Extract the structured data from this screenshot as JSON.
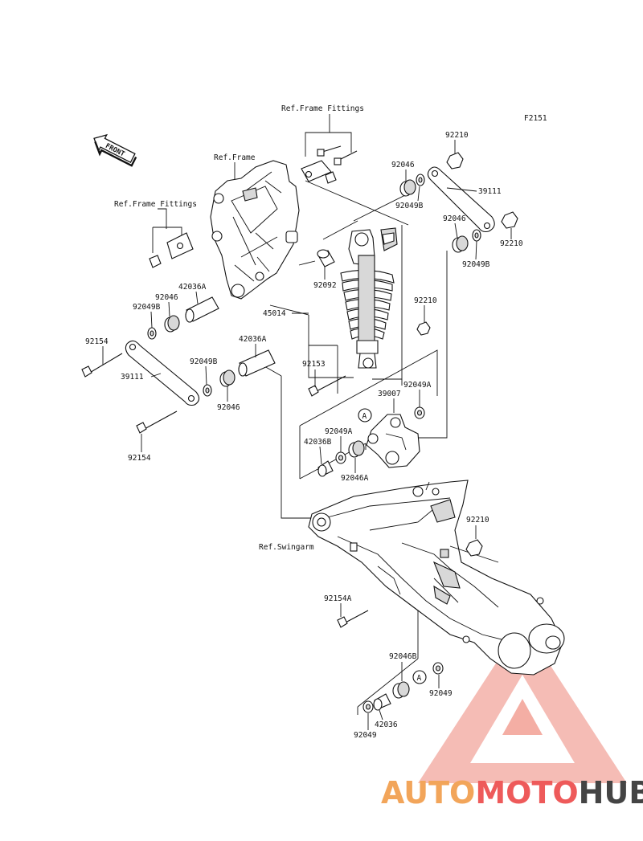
{
  "figure_id": "F2151",
  "ref_labels": {
    "frame_fittings_top": "Ref.Frame Fittings",
    "frame": "Ref.Frame",
    "frame_fittings_left": "Ref.Frame Fittings",
    "swingarm": "Ref.Swingarm"
  },
  "front_label": "FRONT",
  "parts": {
    "p92210_top": "92210",
    "p92046_a": "92046",
    "p39111_right": "39111",
    "p92049b_a": "92049B",
    "p92046_b": "92046",
    "p92210_right": "92210",
    "p92049b_b": "92049B",
    "p92092": "92092",
    "p42036a_a": "42036A",
    "p92046_c": "92046",
    "p92049b_c": "92049B",
    "p45014": "45014",
    "p92210_mid": "92210",
    "p92154_a": "92154",
    "p42036a_b": "42036A",
    "p92049b_d": "92049B",
    "p39111_left": "39111",
    "p92046_d": "92046",
    "p92153": "92153",
    "p39007": "39007",
    "p92049a_a": "92049A",
    "p92049a_b": "92049A",
    "p42036b": "42036B",
    "p92046a": "92046A",
    "p92154_b": "92154",
    "p92210_low": "92210",
    "p92154a": "92154A",
    "p92046b": "92046B",
    "p92049_a": "92049",
    "p42036": "42036",
    "p92049_b": "92049"
  },
  "callout_a": "A",
  "watermark": {
    "part1": "AUTO",
    "part2": "MOTO",
    "part3": "HUB"
  },
  "colors": {
    "line": "#111111",
    "watermark_orange": "#f2a55a",
    "watermark_red": "#ee5a5a",
    "watermark_gray": "#444444"
  }
}
